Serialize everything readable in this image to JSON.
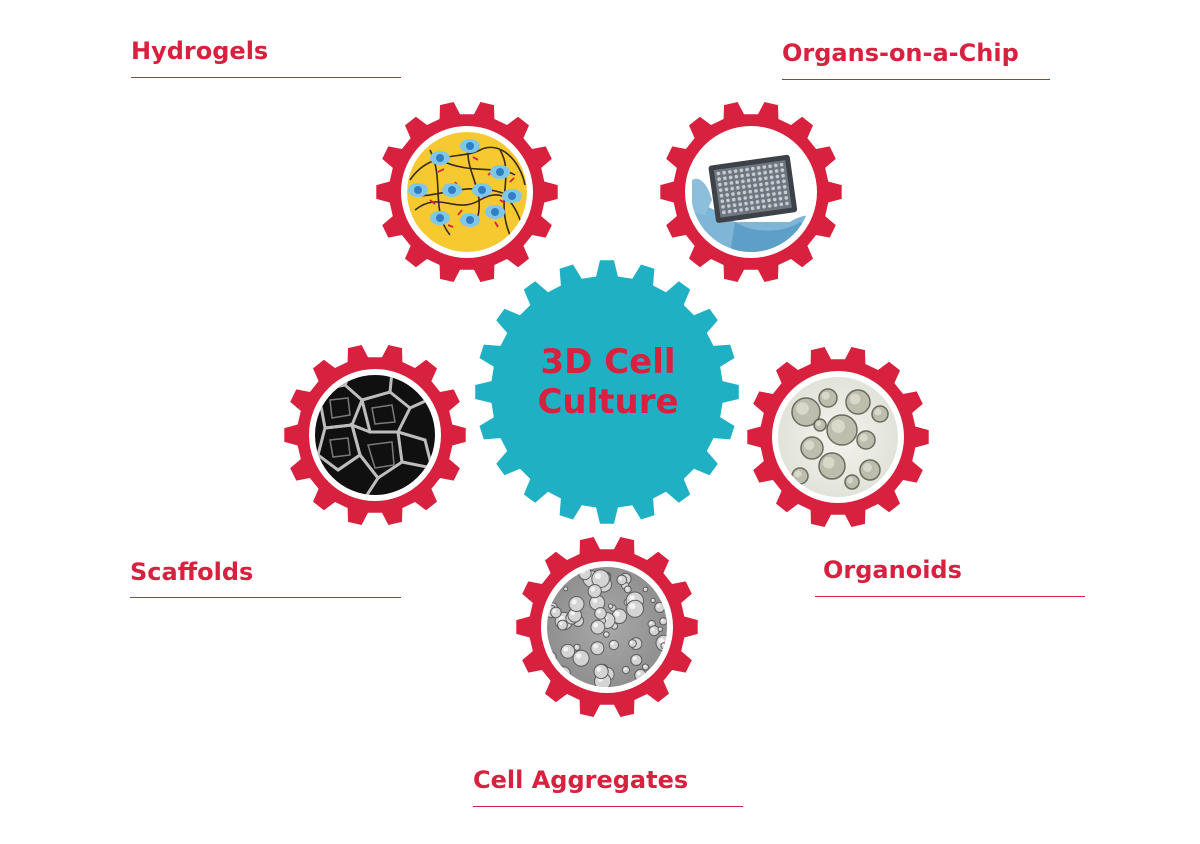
{
  "colors": {
    "accent_red": "#d8203f",
    "teal": "#1fb1c3",
    "white": "#ffffff",
    "hydrogel_yellow": "#f7c930",
    "cell_blue": "#2f7fc2",
    "cell_light": "#7fc7e8"
  },
  "center": {
    "line1": "3D Cell",
    "line2": "Culture",
    "shape": "gear-icon"
  },
  "items": [
    {
      "id": "hydrogels",
      "label": "Hydrogels",
      "image": "hydrogel-network-illustration"
    },
    {
      "id": "organs-on-a-chip",
      "label": "Organs-on-a-Chip",
      "image": "microplate-in-gloved-hand-photo"
    },
    {
      "id": "scaffolds",
      "label": "Scaffolds",
      "image": "porous-scaffold-micrograph"
    },
    {
      "id": "organoids",
      "label": "Organoids",
      "image": "organoids-micrograph"
    },
    {
      "id": "cell-aggregates",
      "label": "Cell Aggregates",
      "image": "cell-aggregates-micrograph"
    }
  ]
}
